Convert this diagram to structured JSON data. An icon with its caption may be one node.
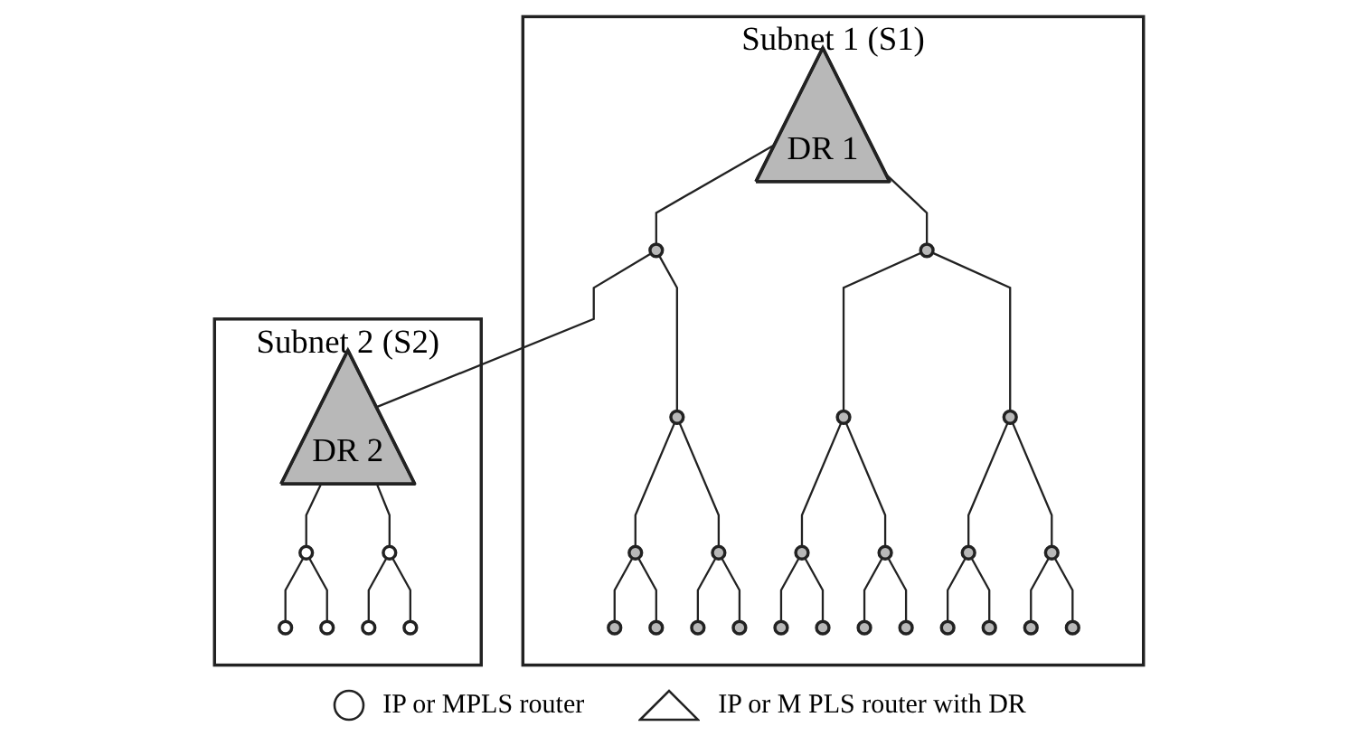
{
  "diagram": {
    "nodes": [
      {
        "text": [
          "Subnet 1 (S1)"
        ]
      },
      {
        "text": [
          "DR 1"
        ],
        "in": 0
      },
      {
        "text": [],
        "shape": "circle",
        "in": 0
      },
      {
        "text": [],
        "shape": "circle",
        "in": 0
      },
      {
        "text": [],
        "shape": "circle",
        "in": 0
      },
      {
        "text": [],
        "shape": "circle",
        "in": 0
      },
      {
        "text": [],
        "shape": "circle",
        "in": 0
      },
      {
        "text": [],
        "shape": "circle",
        "in": 0
      },
      {
        "text": [],
        "shape": "circle",
        "in": 0
      },
      {
        "text": [],
        "shape": "circle",
        "in": 0
      },
      {
        "text": [],
        "shape": "circle",
        "in": 0
      },
      {
        "text": [],
        "shape": "circle",
        "in": 0
      },
      {
        "text": [],
        "shape": "circle",
        "in": 0
      },
      {
        "text": [],
        "shape": "circle",
        "in": 0
      },
      {
        "text": [],
        "shape": "circle",
        "in": 0
      },
      {
        "text": [],
        "shape": "circle",
        "in": 0
      },
      {
        "text": [],
        "shape": "circle",
        "in": 0
      },
      {
        "text": [],
        "shape": "circle",
        "in": 0
      },
      {
        "text": [],
        "shape": "circle",
        "in": 0
      },
      {
        "text": [],
        "shape": "circle",
        "in": 0
      },
      {
        "text": [],
        "shape": "circle",
        "in": 0
      },
      {
        "text": [],
        "shape": "circle",
        "in": 0
      },
      {
        "text": [],
        "shape": "circle",
        "in": 0
      },
      {
        "text": [],
        "shape": "circle",
        "in": 0
      },
      {
        "text": [],
        "shape": "circle",
        "in": 0
      },
      {
        "text": [
          "Subnet 2 (S2)"
        ]
      },
      {
        "text": [
          "DR 2"
        ],
        "in": 25
      },
      {
        "text": [],
        "shape": "circle",
        "in": 25
      },
      {
        "text": [],
        "shape": "circle",
        "in": 25
      },
      {
        "text": [],
        "shape": "circle",
        "in": 25
      },
      {
        "text": [],
        "shape": "circle",
        "in": 25
      },
      {
        "text": [],
        "shape": "circle",
        "in": 25
      },
      {
        "text": [],
        "shape": "circle",
        "in": 25
      }
    ],
    "edges": [
      {
        "from": 1,
        "to": 2,
        "arrow": "none"
      },
      {
        "from": 1,
        "to": 3,
        "arrow": "none"
      },
      {
        "from": 2,
        "to": 26,
        "arrow": "none"
      },
      {
        "from": 2,
        "to": 4,
        "arrow": "none"
      },
      {
        "from": 3,
        "to": 5,
        "arrow": "none"
      },
      {
        "from": 3,
        "to": 6,
        "arrow": "none"
      },
      {
        "from": 4,
        "to": 7,
        "arrow": "none"
      },
      {
        "from": 4,
        "to": 8,
        "arrow": "none"
      },
      {
        "from": 5,
        "to": 9,
        "arrow": "none"
      },
      {
        "from": 5,
        "to": 10,
        "arrow": "none"
      },
      {
        "from": 6,
        "to": 11,
        "arrow": "none"
      },
      {
        "from": 6,
        "to": 12,
        "arrow": "none"
      },
      {
        "from": 7,
        "to": 13,
        "arrow": "none"
      },
      {
        "from": 7,
        "to": 14,
        "arrow": "none"
      },
      {
        "from": 8,
        "to": 15,
        "arrow": "none"
      },
      {
        "from": 8,
        "to": 16,
        "arrow": "none"
      },
      {
        "from": 9,
        "to": 17,
        "arrow": "none"
      },
      {
        "from": 9,
        "to": 18,
        "arrow": "none"
      },
      {
        "from": 10,
        "to": 19,
        "arrow": "none"
      },
      {
        "from": 10,
        "to": 20,
        "arrow": "none"
      },
      {
        "from": 11,
        "to": 21,
        "arrow": "none"
      },
      {
        "from": 11,
        "to": 22,
        "arrow": "none"
      },
      {
        "from": 12,
        "to": 23,
        "arrow": "none"
      },
      {
        "from": 12,
        "to": 24,
        "arrow": "none"
      },
      {
        "from": 26,
        "to": 27,
        "arrow": "none"
      },
      {
        "from": 26,
        "to": 28,
        "arrow": "none"
      },
      {
        "from": 27,
        "to": 29,
        "arrow": "none"
      },
      {
        "from": 27,
        "to": 30,
        "arrow": "none"
      },
      {
        "from": 28,
        "to": 31,
        "arrow": "none"
      },
      {
        "from": 28,
        "to": 32,
        "arrow": "none"
      }
    ],
    "legend": [
      {
        "text": "IP or MPLS router"
      },
      {
        "text": "IP or M PLS router with DR"
      }
    ]
  }
}
